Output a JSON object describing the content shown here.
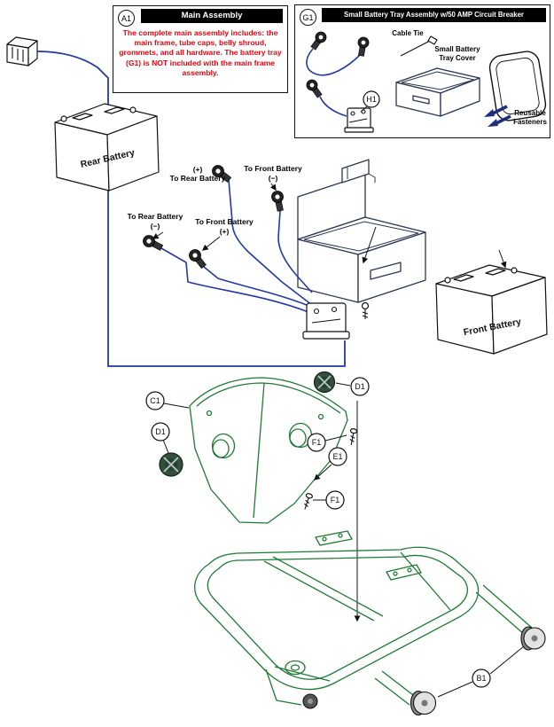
{
  "panels": {
    "a1": {
      "tag": "A1",
      "title": "Main Assembly",
      "note": "The complete main assembly includes: the main frame, tube caps, belly shroud, grommets, and all hardware. The battery tray (G1) is NOT included with the main frame assembly."
    },
    "g1": {
      "tag": "G1",
      "title": "Small Battery Tray Assembly w/50 AMP Circuit Breaker",
      "cable_tie": "Cable Tie",
      "tray_cover_l1": "Small Battery",
      "tray_cover_l2": "Tray Cover",
      "reusable_l1": "Reusable",
      "reusable_l2": "Fasteners"
    }
  },
  "wire_labels": {
    "rear_plus_sign": "(+)",
    "rear_plus": "To Rear Battery",
    "front_minus": "To Front Battery",
    "front_minus_sign": "(−)",
    "rear_minus": "To Rear Battery",
    "rear_minus_sign": "(−)",
    "front_plus": "To Front Battery",
    "front_plus_sign": "(+)"
  },
  "batteries": {
    "rear": "Rear Battery",
    "front": "Front Battery"
  },
  "callouts": {
    "c1": "C1",
    "d1_top": "D1",
    "d1_left": "D1",
    "e1": "E1",
    "f1_top": "F1",
    "f1_bottom": "F1",
    "b1": "B1",
    "h1": "H1"
  },
  "colors": {
    "wire_blue": "#2438a6",
    "tray_navy": "#2a3550",
    "frame_green": "#1e7a34",
    "note_red": "#e30613",
    "header_bg": "#000000",
    "header_text": "#ffffff"
  }
}
